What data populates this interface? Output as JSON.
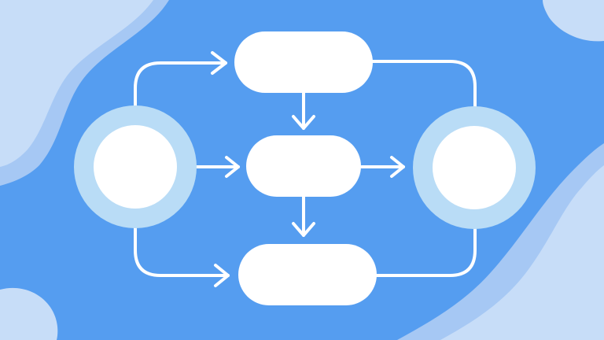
{
  "colors": {
    "background": "#559df0",
    "blob_light": "#c7ddf8",
    "blob_mid": "#a6c8f4",
    "node_fill": "#ffffff",
    "ring": "#b9dcf6",
    "connector": "#ffffff"
  },
  "diagram": {
    "type": "flowchart",
    "nodes": [
      {
        "id": "start",
        "shape": "circle-ring",
        "label": ""
      },
      {
        "id": "top",
        "shape": "pill",
        "label": ""
      },
      {
        "id": "middle",
        "shape": "pill",
        "label": ""
      },
      {
        "id": "bottom",
        "shape": "pill",
        "label": ""
      },
      {
        "id": "end",
        "shape": "circle-ring",
        "label": ""
      }
    ],
    "edges": [
      {
        "from": "start",
        "to": "top",
        "arrow": true
      },
      {
        "from": "start",
        "to": "middle",
        "arrow": true
      },
      {
        "from": "start",
        "to": "bottom",
        "arrow": true
      },
      {
        "from": "top",
        "to": "middle",
        "arrow": true
      },
      {
        "from": "middle",
        "to": "bottom",
        "arrow": true
      },
      {
        "from": "middle",
        "to": "end",
        "arrow": true
      },
      {
        "from": "top",
        "to": "end",
        "arrow": false
      },
      {
        "from": "bottom",
        "to": "end",
        "arrow": false
      }
    ]
  }
}
